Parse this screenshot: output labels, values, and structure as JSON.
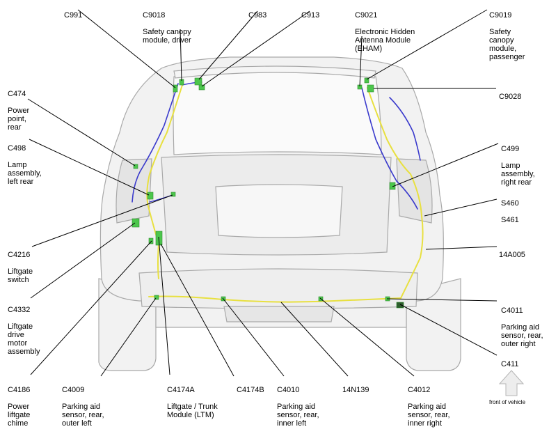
{
  "colors": {
    "vehicle_fill": "#f2f2f2",
    "vehicle_stroke": "#a9a9a9",
    "harness_yellow": "#e8e040",
    "harness_blue": "#3a3acc",
    "connector_green": "#4cc64c",
    "leader_line": "#000000"
  },
  "labels": {
    "c991": {
      "code": "C991"
    },
    "c9018": {
      "code": "C9018",
      "desc": "Safety canopy\nmodule, driver"
    },
    "c983": {
      "code": "C983"
    },
    "c913": {
      "code": "C913"
    },
    "c9021": {
      "code": "C9021",
      "desc": "Electronic Hidden\nAntenna Module\n(EHAM)"
    },
    "c9019": {
      "code": "C9019",
      "desc": "Safety\ncanopy\nmodule,\npassenger"
    },
    "c9028": {
      "code": "C9028"
    },
    "c474": {
      "code": "C474",
      "desc": "Power\npoint,\nrear"
    },
    "c498": {
      "code": "C498",
      "desc": "Lamp\nassembly,\nleft rear"
    },
    "c499": {
      "code": "C499",
      "desc": "Lamp\nassembly,\nright rear"
    },
    "s460": {
      "code": "S460",
      "desc": "S461"
    },
    "c14a005": {
      "code": "14A005"
    },
    "c4216": {
      "code": "C4216",
      "desc": "Liftgate\nswitch"
    },
    "c4332": {
      "code": "C4332",
      "desc": "Liftgate\ndrive\nmotor\nassembly"
    },
    "c4011": {
      "code": "C4011",
      "desc": "Parking aid\nsensor, rear,\nouter right"
    },
    "c411": {
      "code": "C411"
    },
    "c4186": {
      "code": "C4186",
      "desc": "Power\nliftgate\nchime"
    },
    "c4009": {
      "code": "C4009",
      "desc": "Parking aid\nsensor, rear,\nouter left"
    },
    "c4174a": {
      "code": "C4174A",
      "desc": "Liftgate / Trunk\nModule (LTM)"
    },
    "c4174b": {
      "code": "C4174B"
    },
    "c4010": {
      "code": "C4010",
      "desc": "Parking aid\nsensor, rear,\ninner left"
    },
    "c14n139": {
      "code": "14N139"
    },
    "c4012": {
      "code": "C4012",
      "desc": "Parking aid\nsensor, rear,\ninner right"
    }
  },
  "front_indicator": {
    "label": "front of vehicle",
    "icon": "arrow-up-icon"
  }
}
